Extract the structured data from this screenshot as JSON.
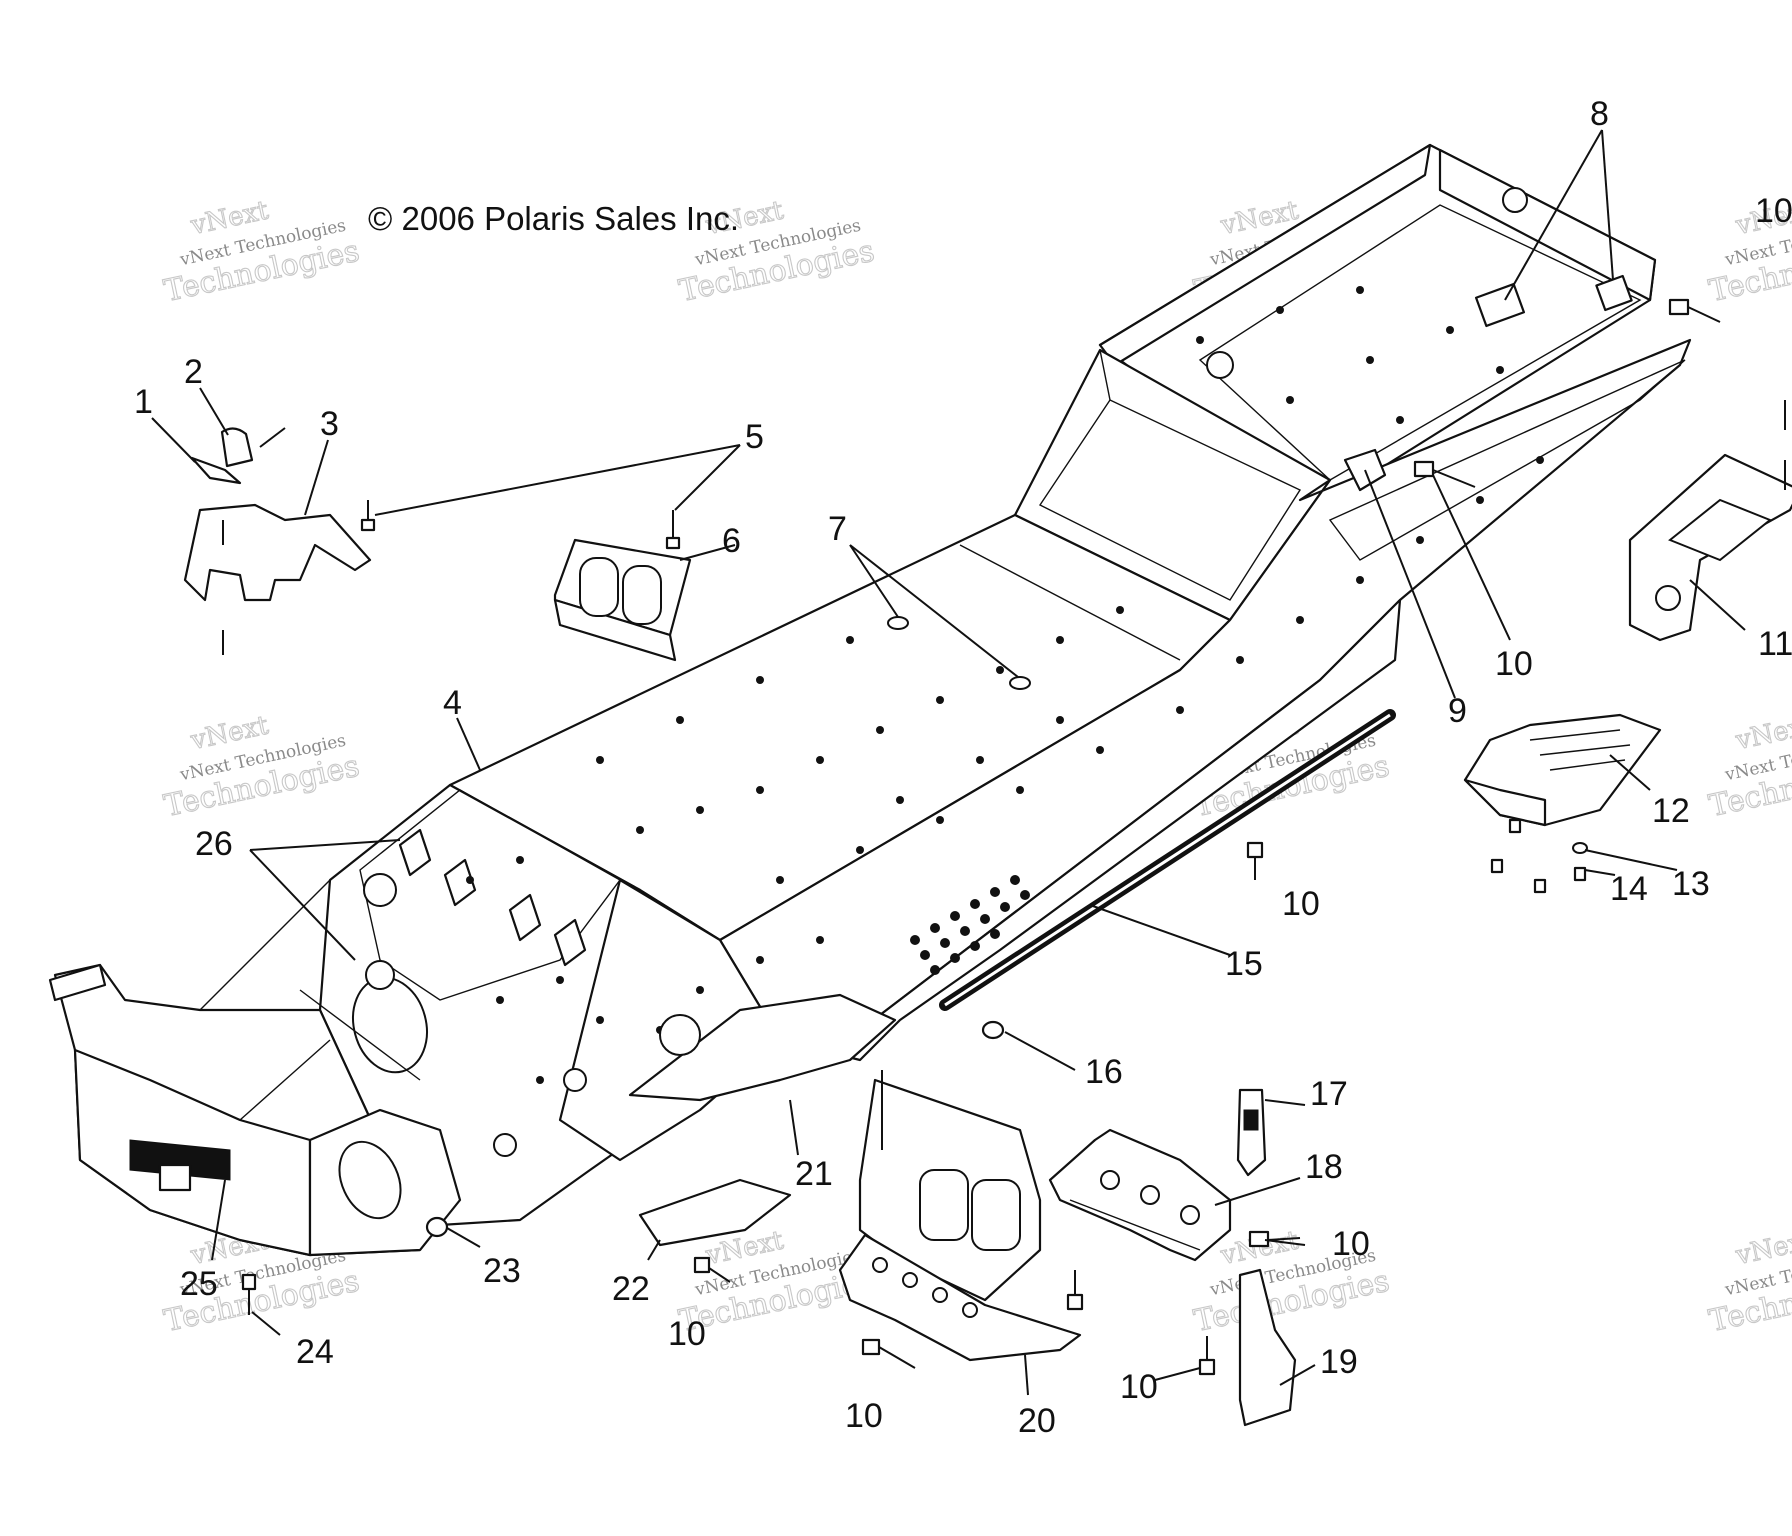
{
  "diagram": {
    "copyright": "© 2006 Polaris Sales Inc.",
    "watermark": {
      "line1": "vNext",
      "line2": "vNext Technologies",
      "line3": "Technologies"
    },
    "callouts": [
      "1",
      "2",
      "3",
      "4",
      "5",
      "6",
      "7",
      "8",
      "9",
      "10",
      "11",
      "12",
      "13",
      "14",
      "15",
      "16",
      "17",
      "18",
      "19",
      "20",
      "21",
      "22",
      "23",
      "24",
      "25",
      "26",
      "10",
      "10",
      "10",
      "10",
      "10",
      "10",
      "10"
    ]
  }
}
